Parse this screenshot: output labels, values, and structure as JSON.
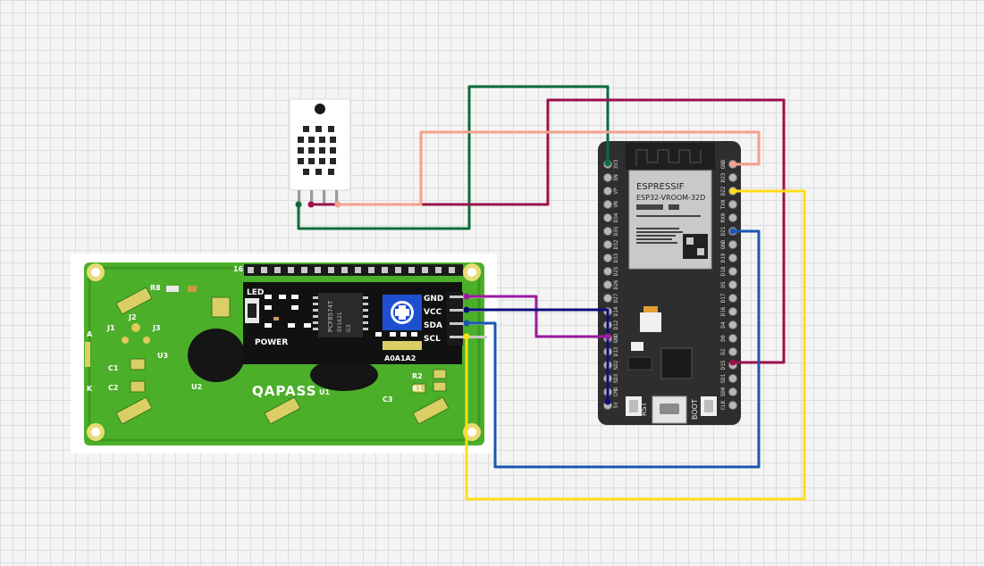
{
  "lcd": {
    "brand": "QAPASS",
    "pin_count_label": "16",
    "components": {
      "r8": "R8",
      "j1": "J1",
      "j2": "J2",
      "j3": "J3",
      "u3": "U3",
      "c1": "C1",
      "c2": "C2",
      "u2": "U2",
      "u1": "U1",
      "c3": "C3",
      "r2": "R2",
      "r1": "R1",
      "a": "A",
      "k": "K"
    }
  },
  "i2c_module": {
    "led_label": "LED",
    "power_label": "POWER",
    "address_label": "A0A1A2",
    "chip_text": [
      "PCF8574T",
      "SY1621",
      "G3"
    ],
    "pins": [
      "GND",
      "VCC",
      "SDA",
      "SCL"
    ]
  },
  "esp32": {
    "brand": "ESPRESSIF",
    "model": "ESP32-VROOM-32D",
    "rst_label": "RST",
    "boot_label": "BOOT",
    "left_pins": [
      "3V3",
      "EN",
      "VP",
      "VN",
      "D34",
      "D35",
      "D32",
      "D33",
      "D25",
      "D26",
      "D27",
      "D14",
      "D12",
      "GND",
      "D13",
      "SD2",
      "SD3",
      "CMD",
      "5V"
    ],
    "right_pins": [
      "GND",
      "D23",
      "D22",
      "TX0",
      "RX0",
      "D21",
      "GND",
      "D19",
      "D18",
      "D5",
      "D17",
      "D16",
      "D4",
      "D0",
      "D2",
      "D15",
      "SD1",
      "SD0",
      "CLK"
    ]
  },
  "wires": [
    {
      "name": "wire-dht-vcc-3v3",
      "color": "#0b6b3a"
    },
    {
      "name": "wire-dht-data-d2",
      "color": "#9b0f4a"
    },
    {
      "name": "wire-dht-gnd",
      "color": "#f4a08a"
    },
    {
      "name": "wire-lcd-gnd",
      "color": "#9b1a9e"
    },
    {
      "name": "wire-lcd-vcc",
      "color": "#0a0f7a"
    },
    {
      "name": "wire-lcd-sda",
      "color": "#1a56b0"
    },
    {
      "name": "wire-lcd-scl",
      "color": "#ffdd1a"
    }
  ]
}
